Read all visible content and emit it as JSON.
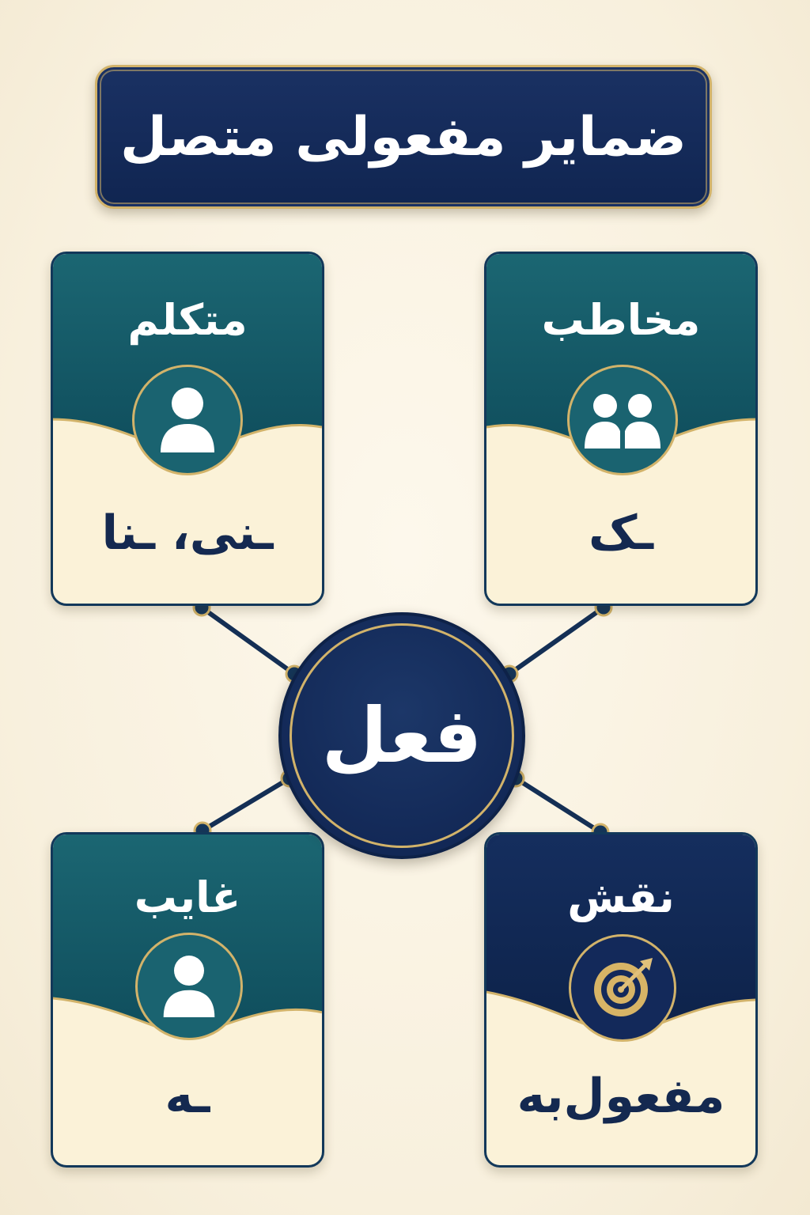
{
  "title": "ضمایر مفعولی متصل",
  "center": {
    "label": "فعل"
  },
  "cards": {
    "speaker": {
      "title": "متکلم",
      "value": "ـنی، ـنا",
      "icon": "person-icon"
    },
    "addressee": {
      "title": "مخاطب",
      "value": "ـک",
      "icon": "two-people-icon"
    },
    "absent": {
      "title": "غایب",
      "value": "ـه",
      "icon": "person-icon"
    },
    "role": {
      "title": "نقش",
      "value": "مفعول‌به",
      "icon": "target-icon"
    }
  },
  "colors": {
    "teal": "#1b6672",
    "navy": "#112a5a",
    "gold": "#d2b36a",
    "cream": "#fbf2d8"
  }
}
